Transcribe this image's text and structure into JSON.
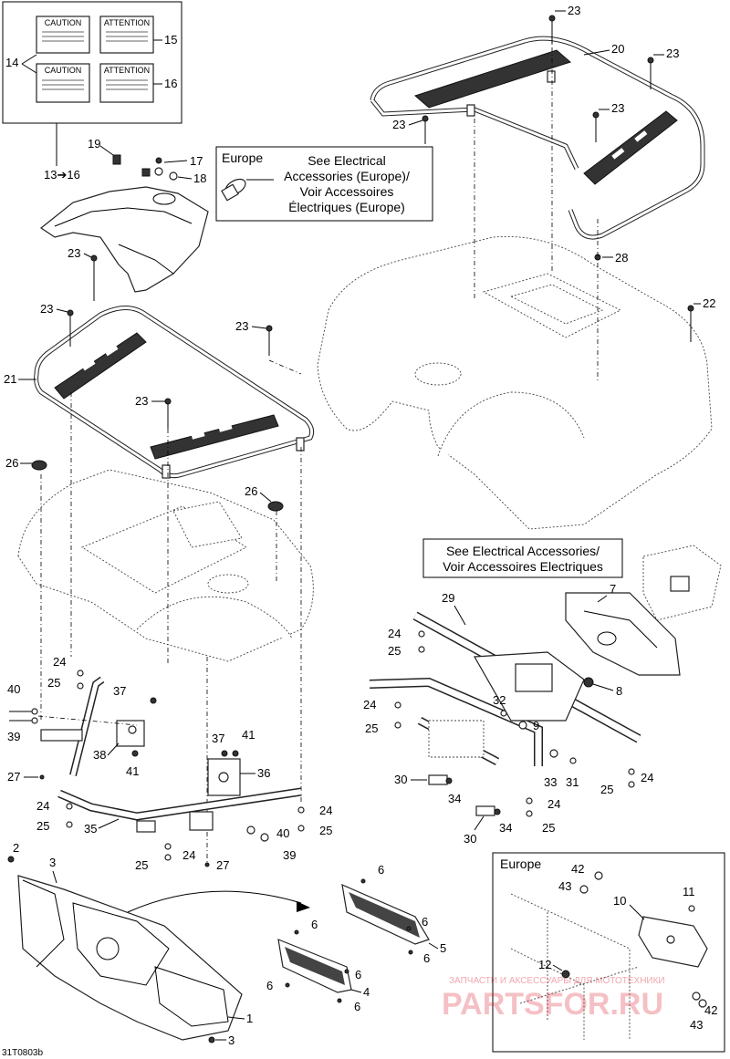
{
  "diagram_id": "31T0803b",
  "labels": {
    "l1": "1",
    "l2": "2",
    "l3a": "3",
    "l3b": "3",
    "l4": "4",
    "l5": "5",
    "l6a": "6",
    "l6b": "6",
    "l6c": "6",
    "l6d": "6",
    "l6e": "6",
    "l6f": "6",
    "l6g": "6",
    "l7": "7",
    "l8": "8",
    "l9": "9",
    "l10": "10",
    "l11": "11",
    "l12": "12",
    "l13_16": "13➔16",
    "l14": "14",
    "l15": "15",
    "l16": "16",
    "l17": "17",
    "l18": "18",
    "l19": "19",
    "l20": "20",
    "l21": "21",
    "l22": "22",
    "l23a": "23",
    "l23b": "23",
    "l23c": "23",
    "l23d": "23",
    "l23e": "23",
    "l23f": "23",
    "l23g": "23",
    "l23h": "23",
    "l24a": "24",
    "l24b": "24",
    "l24c": "24",
    "l24d": "24",
    "l24e": "24",
    "l24f": "24",
    "l24g": "24",
    "l25a": "25",
    "l25b": "25",
    "l25c": "25",
    "l25d": "25",
    "l25e": "25",
    "l25f": "25",
    "l25g": "25",
    "l26a": "26",
    "l26b": "26",
    "l27a": "27",
    "l27b": "27",
    "l28": "28",
    "l29": "29",
    "l30a": "30",
    "l30b": "30",
    "l31": "31",
    "l32": "32",
    "l33": "33",
    "l34a": "34",
    "l34b": "34",
    "l35": "35",
    "l36": "36",
    "l37a": "37",
    "l37b": "37",
    "l38": "38",
    "l39a": "39",
    "l39b": "39",
    "l40a": "40",
    "l40b": "40",
    "l41a": "41",
    "l41b": "41",
    "l42a": "42",
    "l42b": "42",
    "l43a": "43",
    "l43b": "43"
  },
  "callouts": {
    "europe_top_tag": "Europe",
    "elec_eu_line1": "See Electrical",
    "elec_eu_line2": "Accessories (Europe)/",
    "elec_eu_line3": "Voir Accessoires",
    "elec_eu_line4": "Électriques (Europe)",
    "elec_line1": "See Electrical Accessories/",
    "elec_line2": "Voir Accessoires Electriques",
    "europe_inset_tag": "Europe"
  },
  "decals": {
    "caution": "CAUTION",
    "attention": "ATTENTION"
  },
  "watermark": {
    "line1": "ЗАПЧАСТИ И АКСЕССУАРЫ ДЛЯ МОТОТЕХНИКИ",
    "brand": "PARTSFOR.RU"
  }
}
